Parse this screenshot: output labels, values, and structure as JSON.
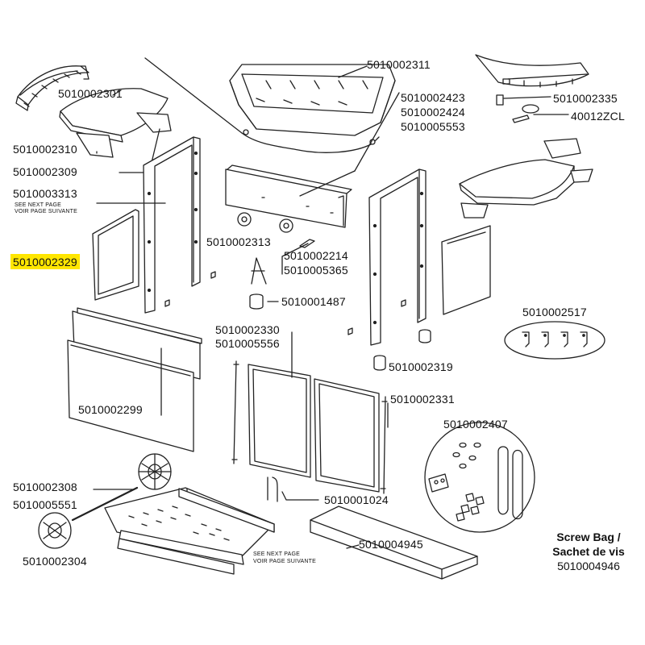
{
  "labels": {
    "p2311": "5010002311",
    "p2301": "5010002301",
    "p2423": "5010002423",
    "p2424": "5010002424",
    "p5553": "5010005553",
    "p2335": "5010002335",
    "p40012": "40012ZCL",
    "p2310": "5010002310",
    "p2309": "5010002309",
    "p3313": "5010003313",
    "p2329": "5010002329",
    "p2313": "5010002313",
    "p2214": "5010002214",
    "p5365": "5010005365",
    "p1487": "5010001487",
    "p2517": "5010002517",
    "p2330": "5010002330",
    "p5556": "5010005556",
    "p2319": "5010002319",
    "p2331": "5010002331",
    "p2299": "5010002299",
    "p2407": "5010002407",
    "p2308": "5010002308",
    "p5551": "5010005551",
    "p1024": "5010001024",
    "p4945": "5010004945",
    "p2304": "5010002304"
  },
  "notes": {
    "see_next_1": "SEE NEXT PAGE",
    "voir_1": "VOIR PAGE SUIVANTE",
    "see_next_2": "SEE NEXT PAGE",
    "voir_2": "VOIR PAGE SUIVANTE"
  },
  "screw_bag": {
    "line1": "Screw Bag /",
    "line2": "Sachet de vis",
    "part": "5010004946"
  },
  "highlight_color": "#ffe600"
}
